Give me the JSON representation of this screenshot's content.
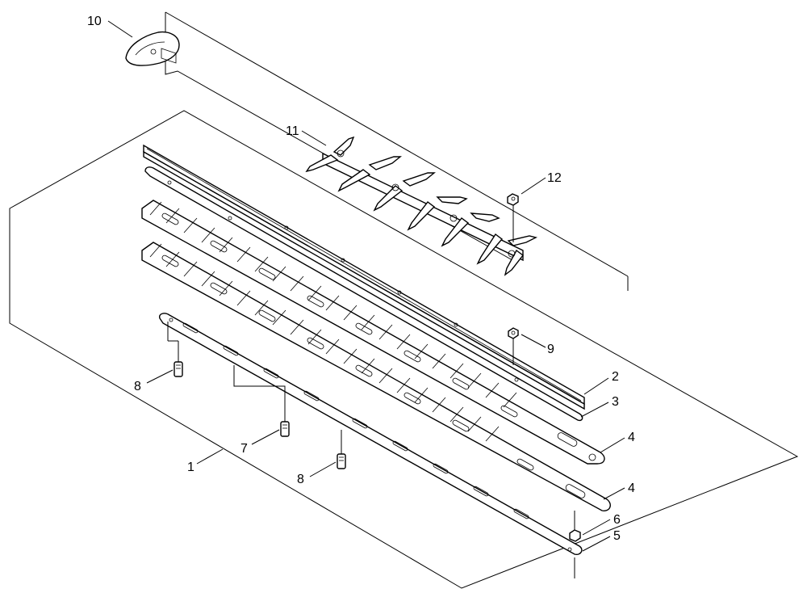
{
  "callouts": [
    {
      "id": "c10",
      "text": "10"
    },
    {
      "id": "c11",
      "text": "11"
    },
    {
      "id": "c12",
      "text": "12"
    },
    {
      "id": "c9",
      "text": "9"
    },
    {
      "id": "c2",
      "text": "2"
    },
    {
      "id": "c3",
      "text": "3"
    },
    {
      "id": "c4a",
      "text": "4"
    },
    {
      "id": "c4b",
      "text": "4"
    },
    {
      "id": "c6",
      "text": "6"
    },
    {
      "id": "c5",
      "text": "5"
    },
    {
      "id": "c8a",
      "text": "8"
    },
    {
      "id": "c7",
      "text": "7"
    },
    {
      "id": "c8b",
      "text": "8"
    },
    {
      "id": "c1",
      "text": "1"
    }
  ]
}
